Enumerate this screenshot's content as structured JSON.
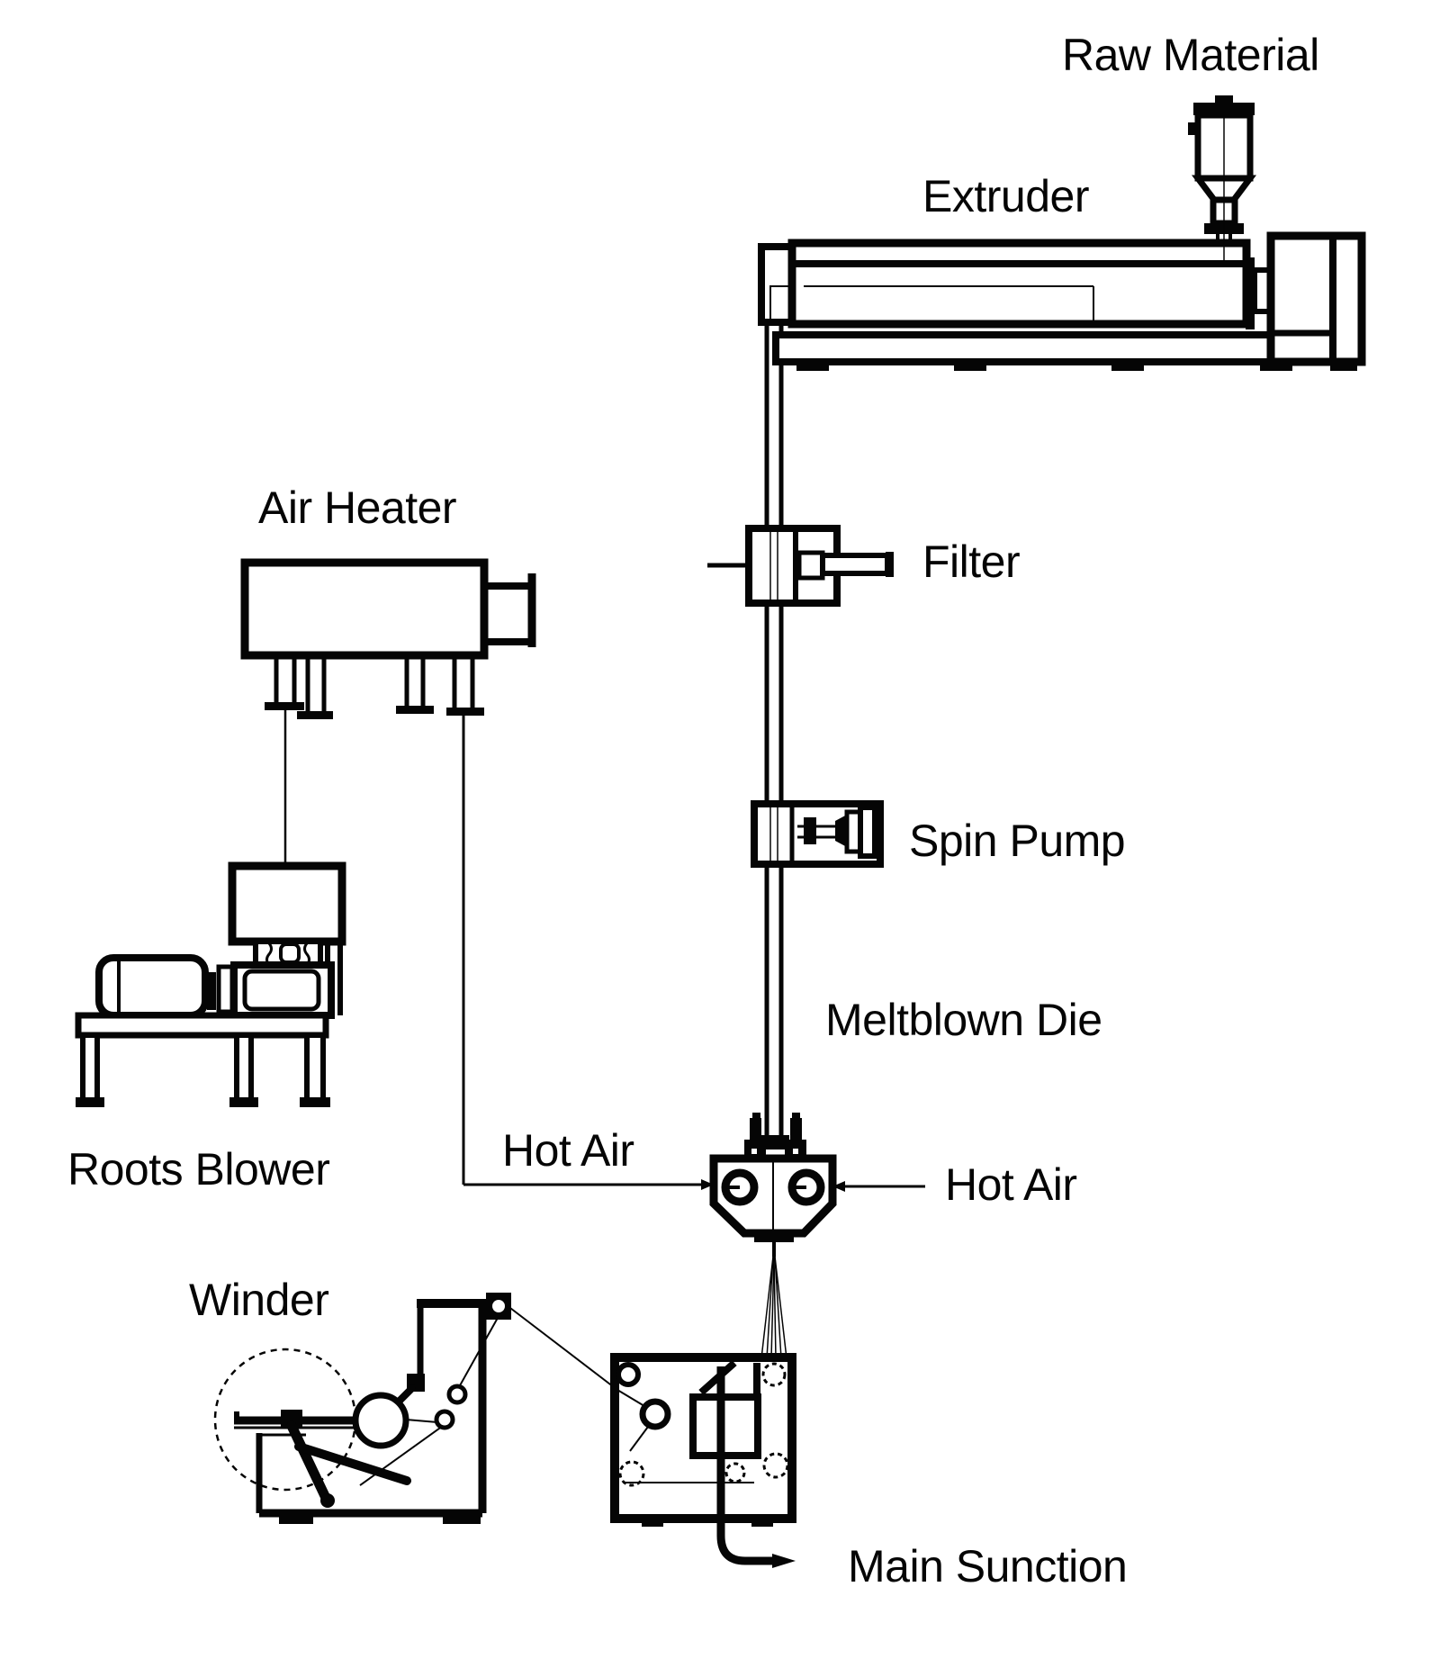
{
  "diagram": {
    "title": "Meltblown nonwoven production line schematic",
    "colors": {
      "ink": "#050505",
      "background": "#ffffff"
    },
    "labels": {
      "raw_material": "Raw Material",
      "extruder": "Extruder",
      "filter": "Filter",
      "spin_pump": "Spin Pump",
      "meltblown_die": "Meltblown Die",
      "hot_air_left": "Hot Air",
      "hot_air_right": "Hot Air",
      "air_heater": "Air Heater",
      "roots_blower": "Roots Blower",
      "winder": "Winder",
      "main_suction": "Main Sunction"
    }
  }
}
